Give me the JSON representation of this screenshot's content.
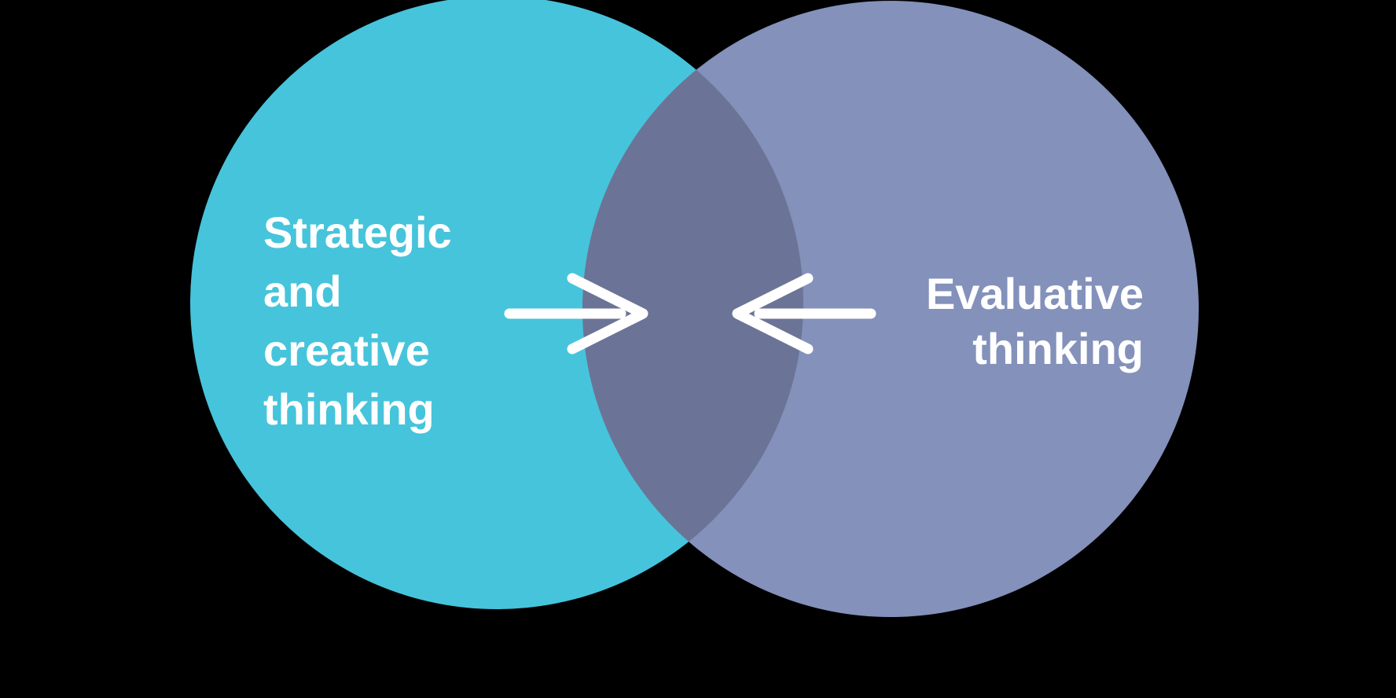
{
  "venn": {
    "background_color": "#000000",
    "text_color": "#ffffff",
    "arrow_color": "#ffffff",
    "overlap_color": "#6b7496",
    "left_circle": {
      "color": "#46c4db",
      "label_lines": [
        "Strategic",
        "and",
        "creative",
        "thinking"
      ]
    },
    "right_circle": {
      "color": "#8391bb",
      "label_lines": [
        "Evaluative",
        "thinking"
      ]
    }
  }
}
